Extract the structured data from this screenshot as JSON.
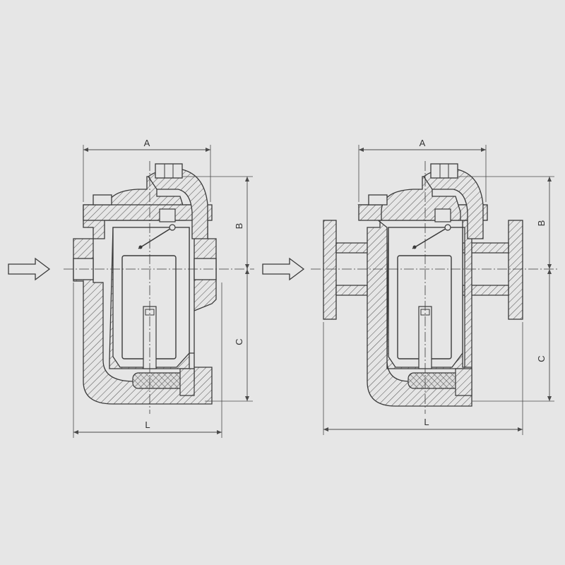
{
  "colors": {
    "background": "#e6e6e6",
    "line": "#3a3a3a",
    "hatch": "#5a5a5a",
    "dim": "#4a4a4a"
  },
  "left_view": {
    "label_A": "A",
    "label_B": "B",
    "label_C": "C",
    "label_L": "L",
    "inlet_arrow": "flow-arrow-icon",
    "connection": "threaded"
  },
  "right_view": {
    "label_A": "A",
    "label_B": "B",
    "label_C": "C",
    "label_L": "L",
    "inlet_arrow": "flow-arrow-icon",
    "connection": "flanged"
  }
}
